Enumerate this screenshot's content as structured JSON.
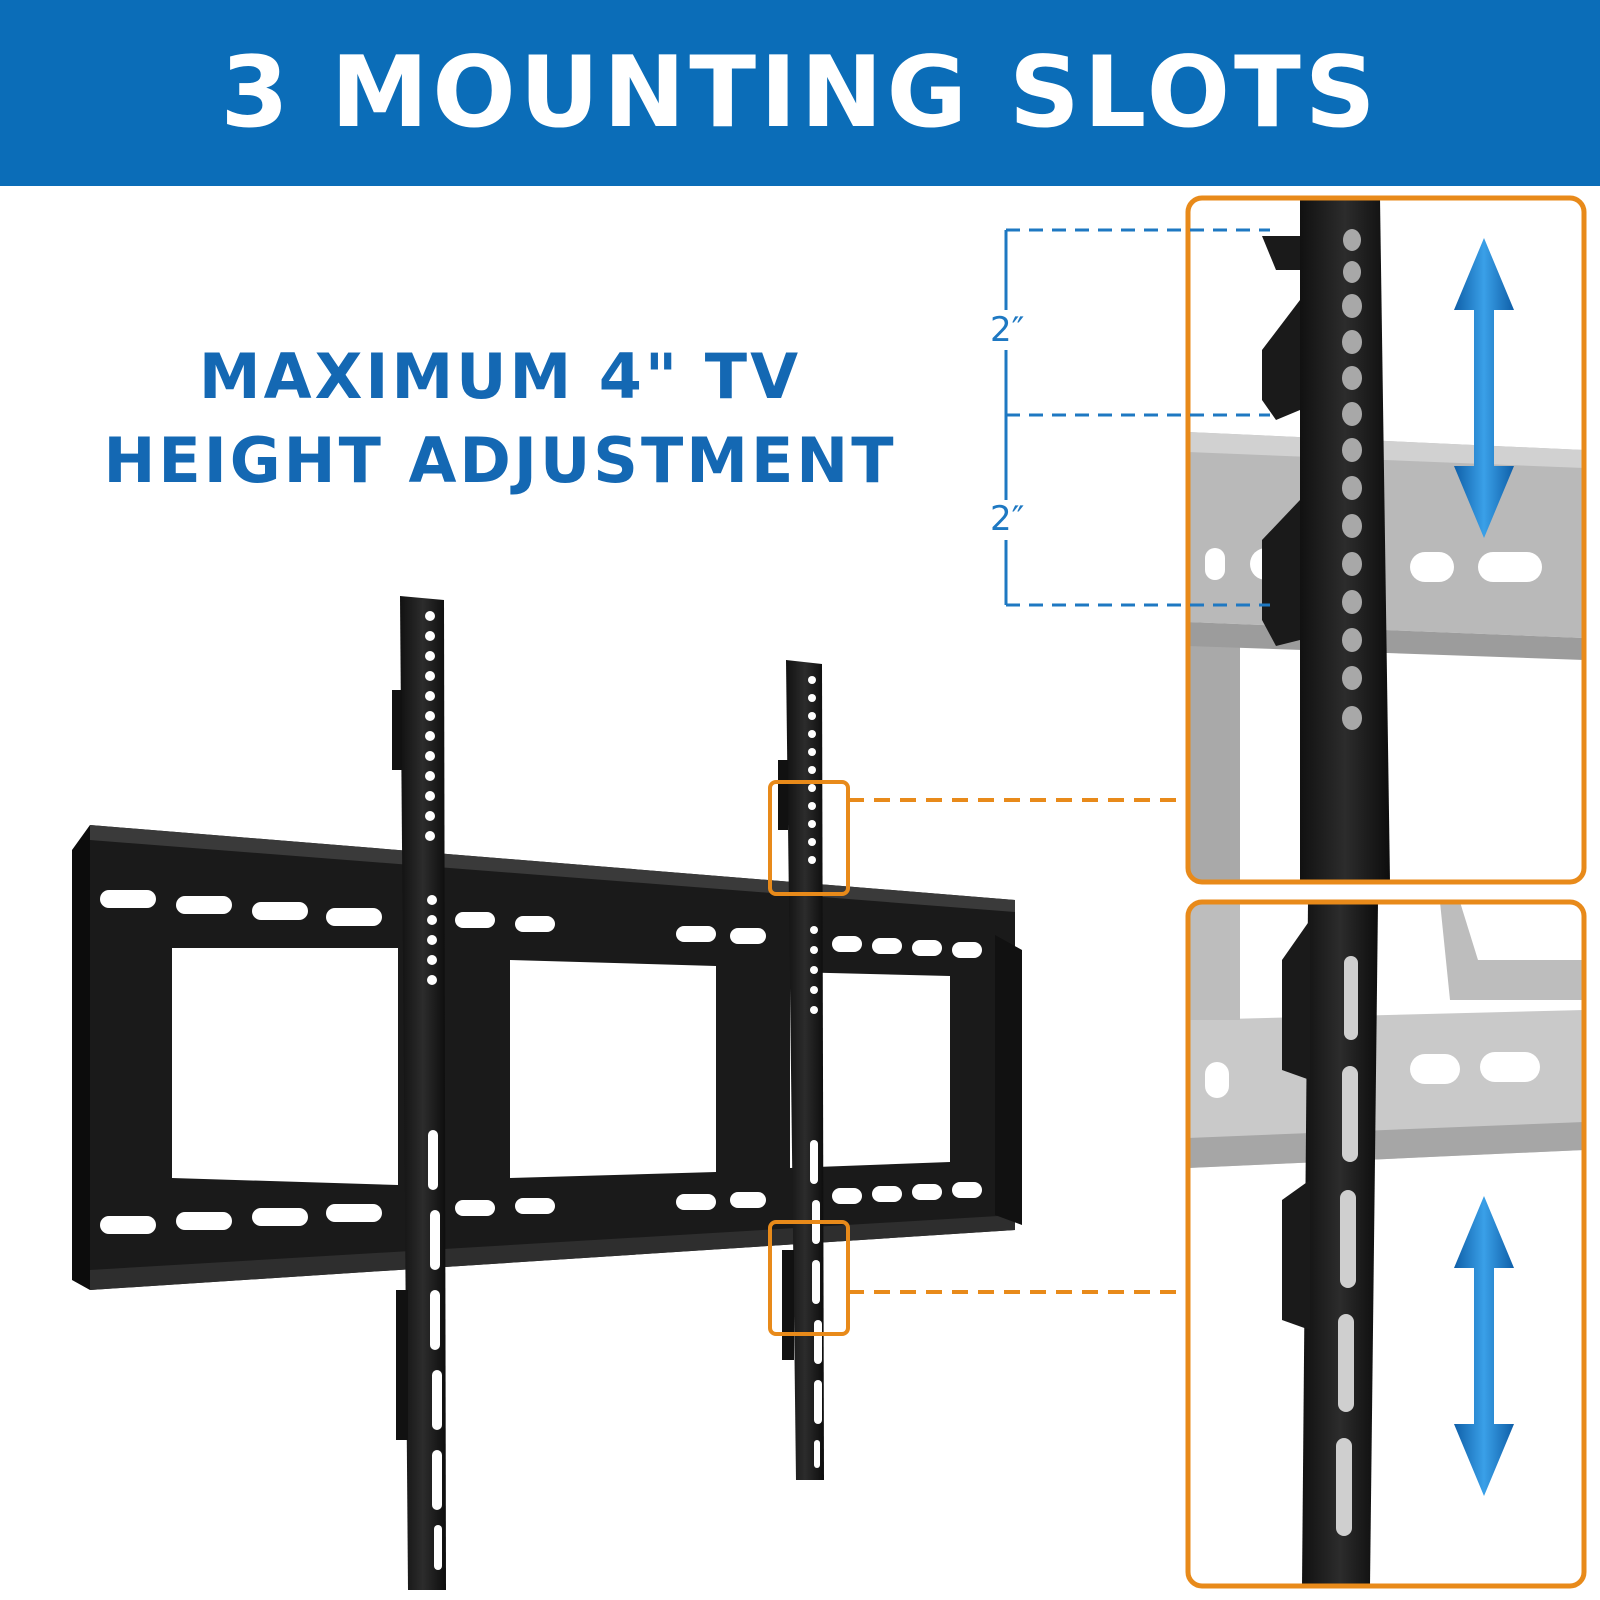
{
  "banner": {
    "title": "3 MOUNTING SLOTS"
  },
  "headline": {
    "line1": "MAXIMUM 4\" TV",
    "line2": "HEIGHT ADJUSTMENT"
  },
  "dimensions": {
    "upper": "2″",
    "lower": "2″"
  },
  "colors": {
    "banner_blue": "#0b6db8",
    "text_blue": "#1468b3",
    "callout_orange": "#e88a1a",
    "arrow_blue": "#1a7fd0",
    "bracket_black": "#1c1c1c",
    "wall_plate_gray": "#b9b9b9"
  }
}
